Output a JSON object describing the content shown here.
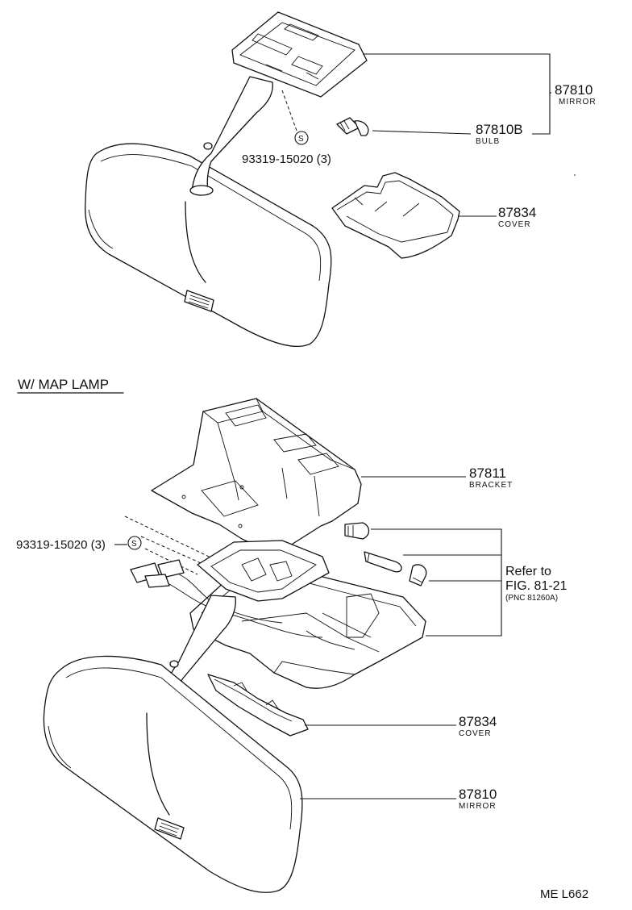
{
  "top_assembly": {
    "mirror": {
      "part_no": "87810",
      "name": "MIRROR"
    },
    "bulb": {
      "part_no": "87810B",
      "name": "BULB"
    },
    "screw": {
      "part_no": "93319-15020 (3)",
      "symbol": "S"
    },
    "cover": {
      "part_no": "87834",
      "name": "COVER"
    }
  },
  "section_heading": "W/ MAP  LAMP",
  "map_lamp_assembly": {
    "bracket": {
      "part_no": "87811",
      "name": "BRACKET"
    },
    "screw": {
      "part_no": "93319-15020 (3)",
      "symbol": "S"
    },
    "refer": {
      "line1": "Refer to",
      "line2": "FIG. 81-21",
      "line3": "(PNC 81260A)"
    },
    "cover": {
      "part_no": "87834",
      "name": "COVER"
    },
    "mirror": {
      "part_no": "87810",
      "name": "MIRROR"
    }
  },
  "figure_code": "ME  L662"
}
